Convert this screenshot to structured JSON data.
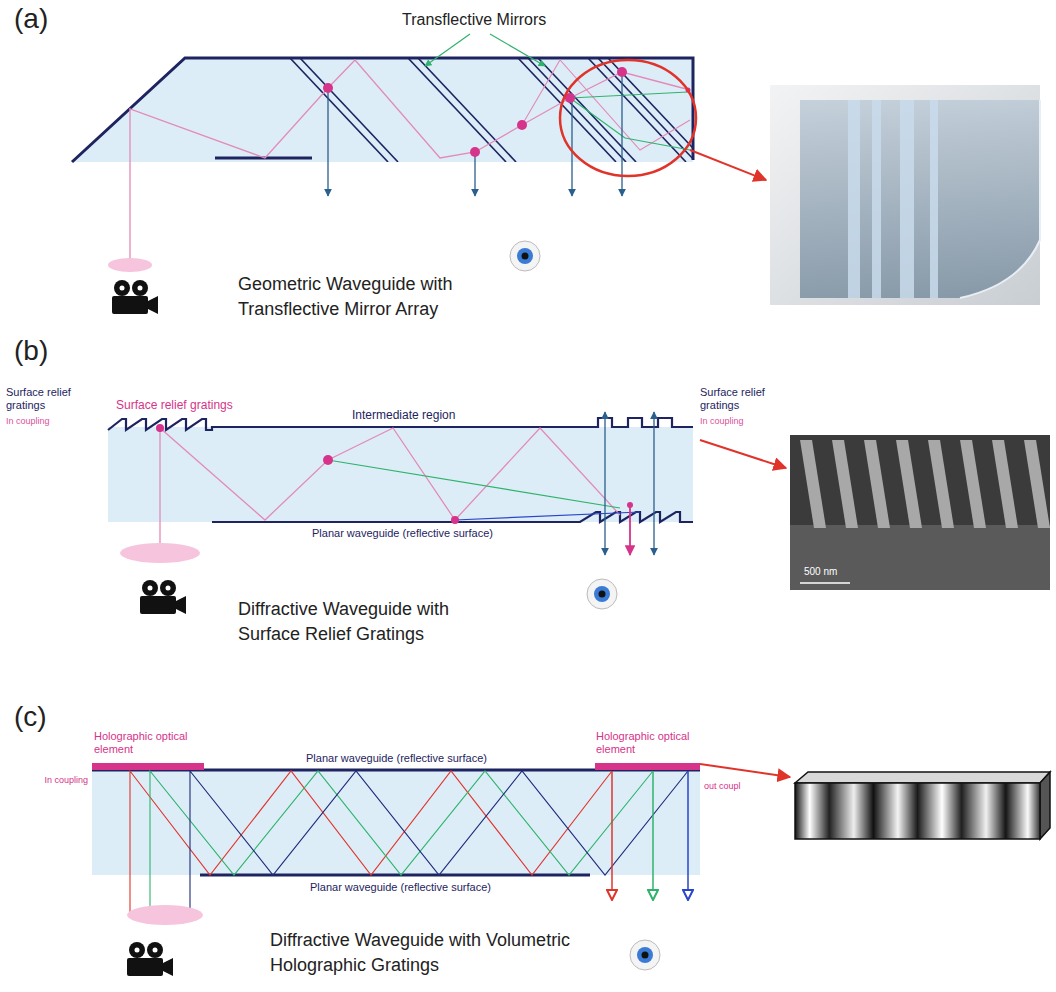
{
  "diagram": {
    "labels": [
      "(a)",
      "Transflective Mirrors",
      "Geometric Waveguide with Transflective Mirror Array",
      "(b)",
      "Surface relief gratings",
      "In coupling",
      "Surface relief gratings",
      "Intermediate region",
      "Surface relief gratings",
      "In coupling",
      "Planar waveguide (reflective surface)",
      "500 nm",
      "Diffractive Waveguide with Surface Relief Gratings",
      "(c)",
      "Holographic optical element",
      "In coupling",
      "Planar waveguide (reflective surface)",
      "Holographic optical element",
      "out coupl",
      "Planar waveguide (reflective surface)",
      "Diffractive Waveguide with Volumetric Holographic Gratings"
    ]
  }
}
